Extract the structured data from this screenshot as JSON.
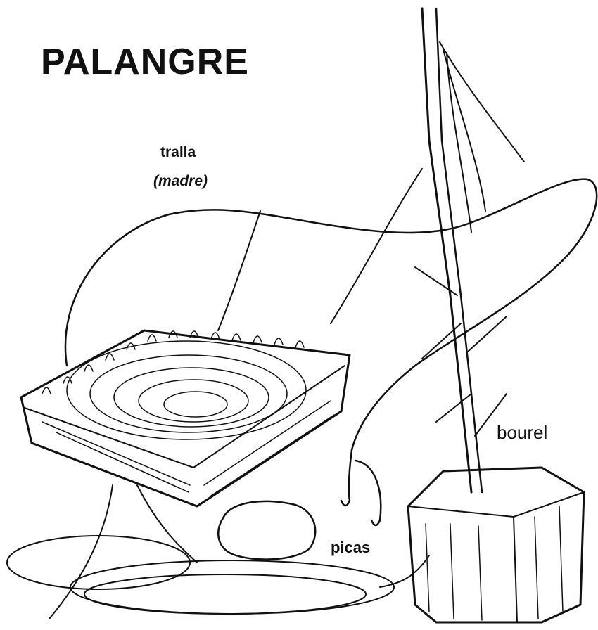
{
  "title": "PALANGRE",
  "labels": {
    "tralla": "tralla",
    "madre": "(madre)",
    "bourel": "bourel",
    "picas": "picas"
  },
  "colors": {
    "ink": "#111111",
    "paper": "#ffffff"
  }
}
